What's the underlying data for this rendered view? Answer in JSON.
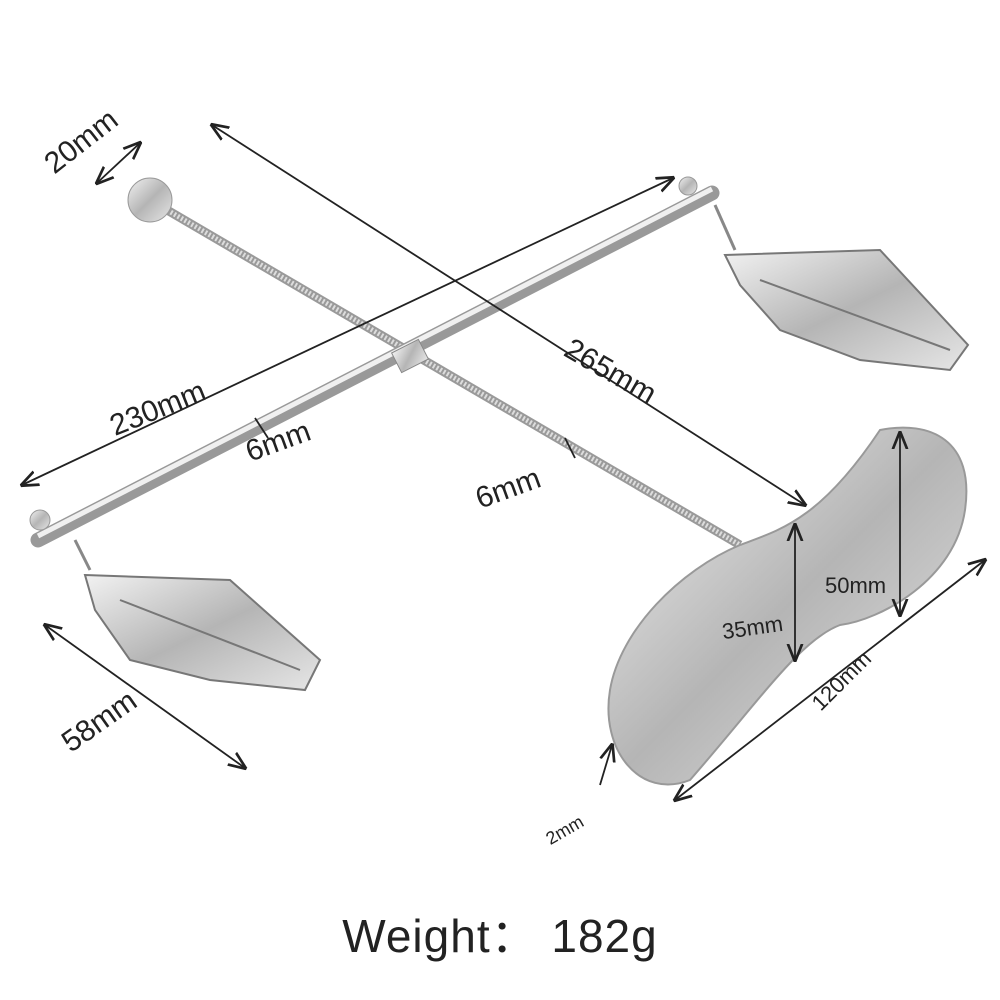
{
  "dimensions": {
    "ball_diameter": "20mm",
    "bar_length": "230mm",
    "bar_diameter": "6mm",
    "threaded_rod_length": "265mm",
    "threaded_rod_diameter": "6mm",
    "clamp_length": "58mm",
    "plate_narrow_width": "35mm",
    "plate_wide_width": "50mm",
    "plate_length": "120mm",
    "plate_thickness": "2mm"
  },
  "weight": "Weight： 182g",
  "colors": {
    "metal": "#c9c9c9",
    "metal_dark": "#8a8a8a",
    "line": "#222222"
  }
}
